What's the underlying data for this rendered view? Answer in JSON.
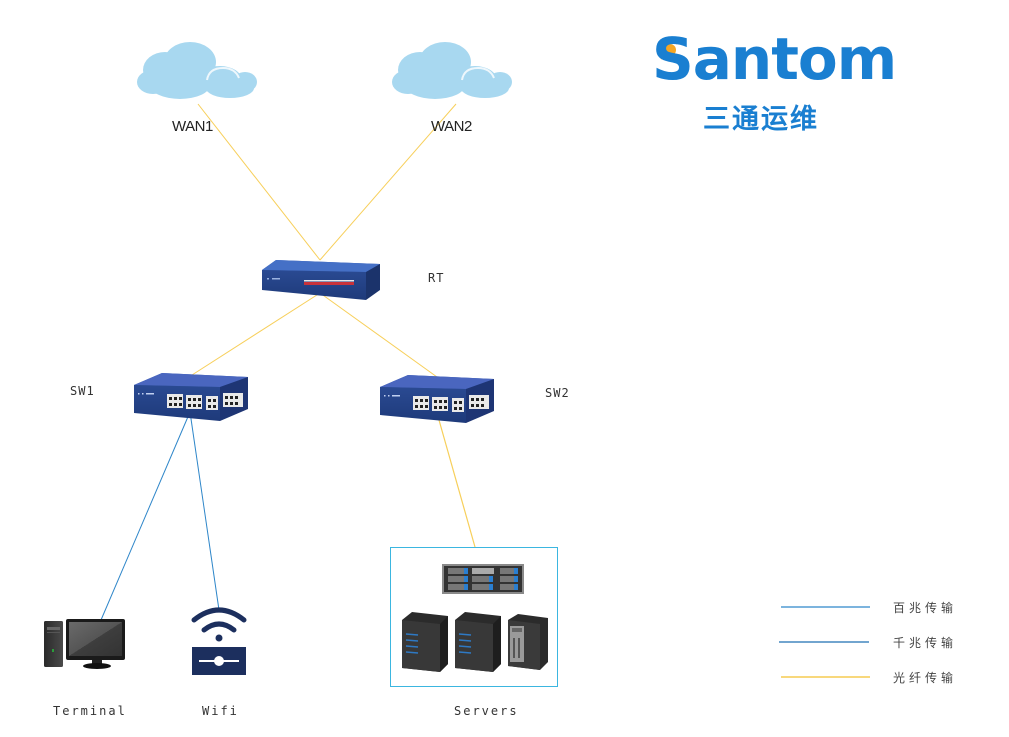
{
  "logo": {
    "brand": "Santom",
    "subtitle": "三通运维",
    "brand_color": "#1a7fd1",
    "accent_color": "#f5a623"
  },
  "nodes": {
    "wan1": {
      "label": "WAN1",
      "icon": "cloud-icon"
    },
    "wan2": {
      "label": "WAN2",
      "icon": "cloud-icon"
    },
    "rt": {
      "label": "RT",
      "icon": "router-icon"
    },
    "sw1": {
      "label": "SW1",
      "icon": "switch-icon"
    },
    "sw2": {
      "label": "SW2",
      "icon": "switch-icon"
    },
    "terminal": {
      "label": "Terminal",
      "icon": "desktop-computer-icon"
    },
    "wifi": {
      "label": "Wifi",
      "icon": "wifi-access-point-icon"
    },
    "servers": {
      "label": "Servers",
      "icon": "server-group-icon"
    }
  },
  "links": [
    {
      "from": "wan1",
      "to": "rt",
      "type": "fiber"
    },
    {
      "from": "wan2",
      "to": "rt",
      "type": "fiber"
    },
    {
      "from": "rt",
      "to": "sw1",
      "type": "fiber"
    },
    {
      "from": "rt",
      "to": "sw2",
      "type": "fiber"
    },
    {
      "from": "sw1",
      "to": "terminal",
      "type": "fast-ethernet"
    },
    {
      "from": "sw1",
      "to": "wifi",
      "type": "fast-ethernet"
    },
    {
      "from": "sw2",
      "to": "servers",
      "type": "fiber"
    }
  ],
  "legend": [
    {
      "label": "百兆传输",
      "type": "fast-ethernet",
      "color": "#2e86c9"
    },
    {
      "label": "千兆传输",
      "type": "gigabit",
      "color": "#1f6fb2"
    },
    {
      "label": "光纤传输",
      "type": "fiber",
      "color": "#f7d26a"
    }
  ],
  "colors": {
    "fiber": "#f7cf5a",
    "fast-ethernet": "#2e86c9",
    "gigabit": "#1f6fb2",
    "device_blue": "#2f4f9c",
    "cloud": "#a8d8f0",
    "server_frame": "#3bb6e0"
  }
}
